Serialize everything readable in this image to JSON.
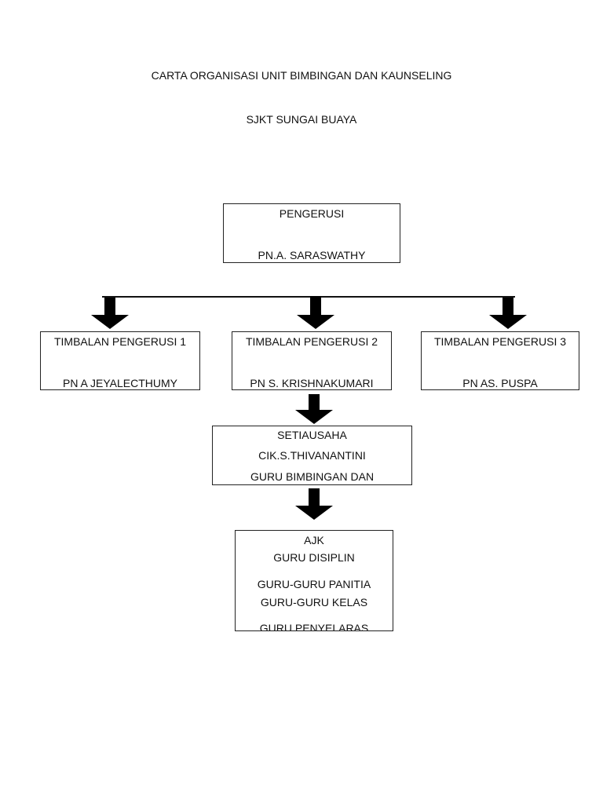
{
  "title": "CARTA ORGANISASI UNIT BIMBINGAN DAN KAUNSELING",
  "subtitle": "SJKT SUNGAI BUAYA",
  "chair": {
    "role": "PENGERUSI",
    "name": "PN.A. SARASWATHY"
  },
  "deputies": [
    {
      "role": "TIMBALAN PENGERUSI 1",
      "name": "PN A JEYALECTHUMY"
    },
    {
      "role": "TIMBALAN PENGERUSI 2",
      "name": "PN S. KRISHNAKUMARI"
    },
    {
      "role": "TIMBALAN PENGERUSI 3",
      "name": "PN AS. PUSPA"
    }
  ],
  "secretary": {
    "role": "SETIAUSAHA",
    "name": "CIK.S.THIVANANTINI",
    "note": "GURU BIMBINGAN DAN"
  },
  "committee": {
    "role": "AJK",
    "members": [
      "GURU DISIPLIN",
      "GURU-GURU PANITIA",
      "GURU-GURU KELAS",
      "GURU PENYELARAS"
    ]
  }
}
